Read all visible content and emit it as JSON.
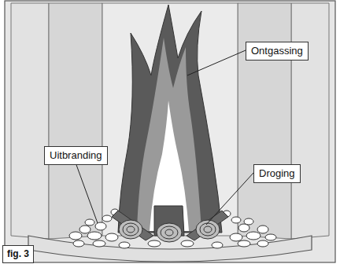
{
  "diagram": {
    "caption": "fig. 3",
    "labels": [
      "Ontgassing",
      "Uitbranding",
      "Droging"
    ]
  }
}
